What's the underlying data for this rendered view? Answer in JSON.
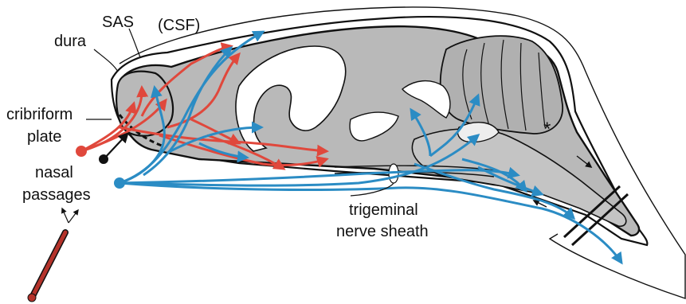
{
  "labels": {
    "sas": "SAS",
    "csf": "(CSF)",
    "dura": "dura",
    "cribriform_line1": "cribriform",
    "cribriform_line2": "plate",
    "nasal_line1": "nasal",
    "nasal_line2": "passages",
    "trigeminal_line1": "trigeminal",
    "trigeminal_line2": "nerve sheath",
    "asterisk": "*"
  },
  "colors": {
    "red_pathway": "#e0483c",
    "blue_pathway": "#2b8cc4",
    "brain_fill": "#b9b9b9",
    "ventricle_fill": "#ffffff",
    "outline": "#111111",
    "applicator": "#b5332b"
  },
  "icons": [
    "red-dot-icon",
    "black-dot-icon",
    "blue-dot-icon",
    "applicator-icon",
    "arrowhead-icon"
  ]
}
